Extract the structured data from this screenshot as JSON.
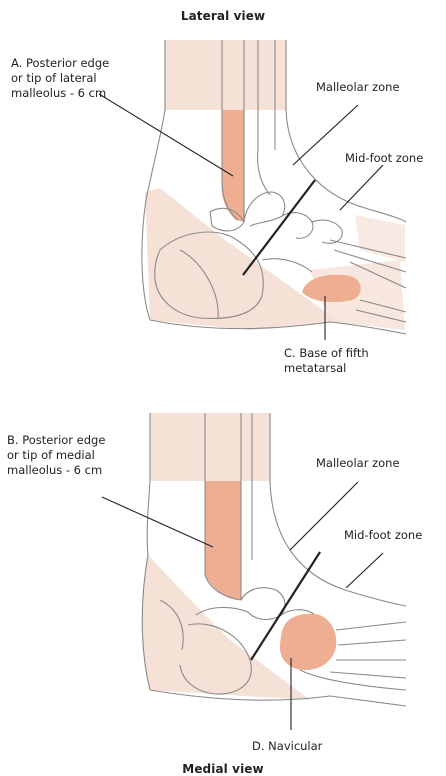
{
  "figure": {
    "top_title": "Lateral view",
    "bottom_title": "Medial view"
  },
  "lateral": {
    "label_a": "A. Posterior edge\nor tip of lateral\nmalleolus - 6 cm",
    "label_malleolar": "Malleolar zone",
    "label_midfoot": "Mid-foot zone",
    "label_c": "C. Base of fifth\nmetatarsal"
  },
  "medial": {
    "label_b": "B. Posterior edge\nor tip of medial\nmalleolus - 6 cm",
    "label_malleolar": "Malleolar zone",
    "label_midfoot": "Mid-foot zone",
    "label_d": "D. Navicular"
  },
  "colors": {
    "skin": "#f5e1d6",
    "highlight": "#eeae92",
    "outline": "#8a8a8a",
    "line": "#222222"
  }
}
